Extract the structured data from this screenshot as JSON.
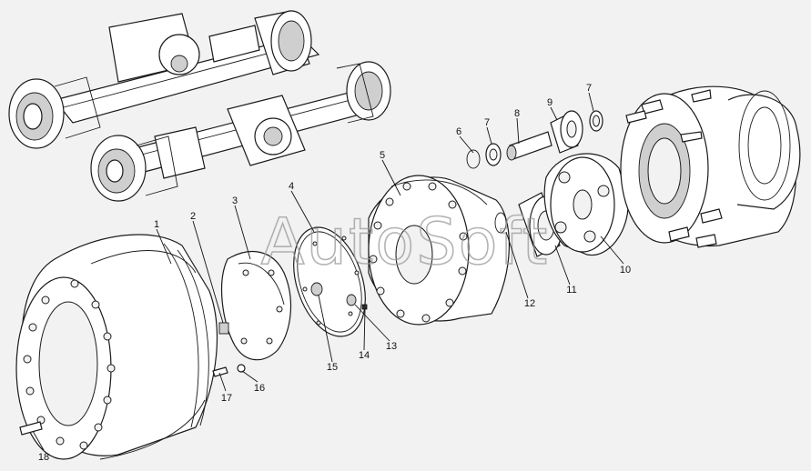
{
  "watermark": "AutoSoft",
  "callouts": {
    "c1": "1",
    "c2": "2",
    "c3": "3",
    "c4": "4",
    "c5": "5",
    "c6": "6",
    "c7a": "7",
    "c7b": "7",
    "c8": "8",
    "c9": "9",
    "c10": "10",
    "c11": "11",
    "c12": "12",
    "c13": "13",
    "c14": "14",
    "c15": "15",
    "c16": "16",
    "c17": "17",
    "c18": "18"
  },
  "colors": {
    "background": "#f2f2f2",
    "line": "#1a1a1a",
    "watermark": "#9a9a9a"
  }
}
